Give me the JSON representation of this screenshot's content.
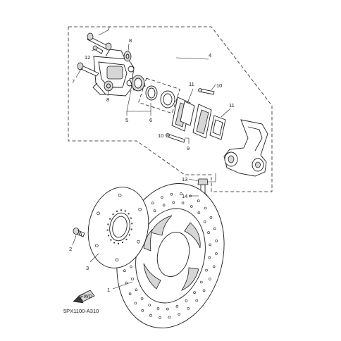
{
  "diagram_code": "5PX1100-A310",
  "fwd_label": "FWD",
  "callouts": {
    "c1": "1",
    "c2": "2",
    "c3": "3",
    "c4": "4",
    "c5": "5",
    "c6": "6",
    "c7a": "7",
    "c7b": "7",
    "c8a": "8",
    "c8b": "8",
    "c9": "9",
    "c10a": "10",
    "c10b": "10",
    "c11a": "11",
    "c11b": "11",
    "c12": "12",
    "c13": "13",
    "c14": "14"
  }
}
